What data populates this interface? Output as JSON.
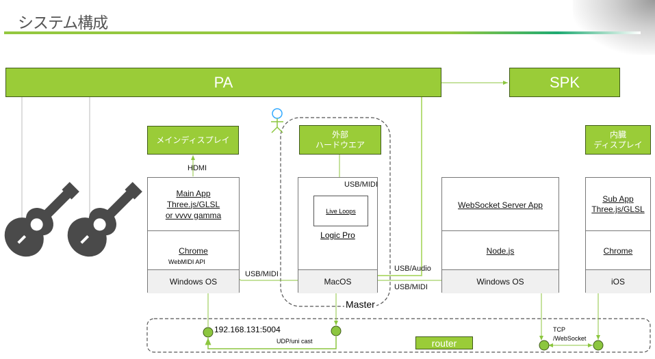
{
  "title": "システム構成",
  "pa": {
    "label": "PA"
  },
  "spk": {
    "label": "SPK"
  },
  "main_display": {
    "label": "メインディスプレイ"
  },
  "hdmi_label": "HDMI",
  "main_pc": {
    "app_line1": "Main App",
    "app_line2": "Three.js/GLSL",
    "app_line3": "or vvvv gamma",
    "browser": "Chrome",
    "api": "WebMIDI API",
    "os": "Windows OS"
  },
  "external_hw": {
    "line1": "外部",
    "line2": "ハードウエア"
  },
  "mac": {
    "usb_midi_in": "USB/MIDI",
    "live_loops": "Live Loops",
    "logic": "Logic Pro",
    "os": "MacOS"
  },
  "master_label": "Master",
  "usb_midi_left": "USB/MIDI",
  "usb_audio": "USB/Audio",
  "usb_midi_right": "USB/MIDI",
  "server_pc": {
    "app": "WebSocket Server App",
    "runtime": "Node.js",
    "os": "Windows OS"
  },
  "internal_display": {
    "line1": "内臓",
    "line2": "ディスプレイ"
  },
  "ios_device": {
    "app_line1": "Sub App",
    "app_line2": "Three.js/GLSL",
    "browser": "Chrome",
    "os": "iOS"
  },
  "network": {
    "ip": "192.168.131:5004",
    "udp": "UDP/uni cast",
    "router": "router",
    "tcp_line1": "TCP",
    "tcp_line2": "/WebSocket"
  },
  "colors": {
    "accent": "#9acc38",
    "line": "#8cc63f",
    "guitar": "#4a4a4a",
    "person": "#33aaff"
  },
  "icons": [
    "guitar-icon",
    "guitar-icon",
    "person-icon"
  ]
}
